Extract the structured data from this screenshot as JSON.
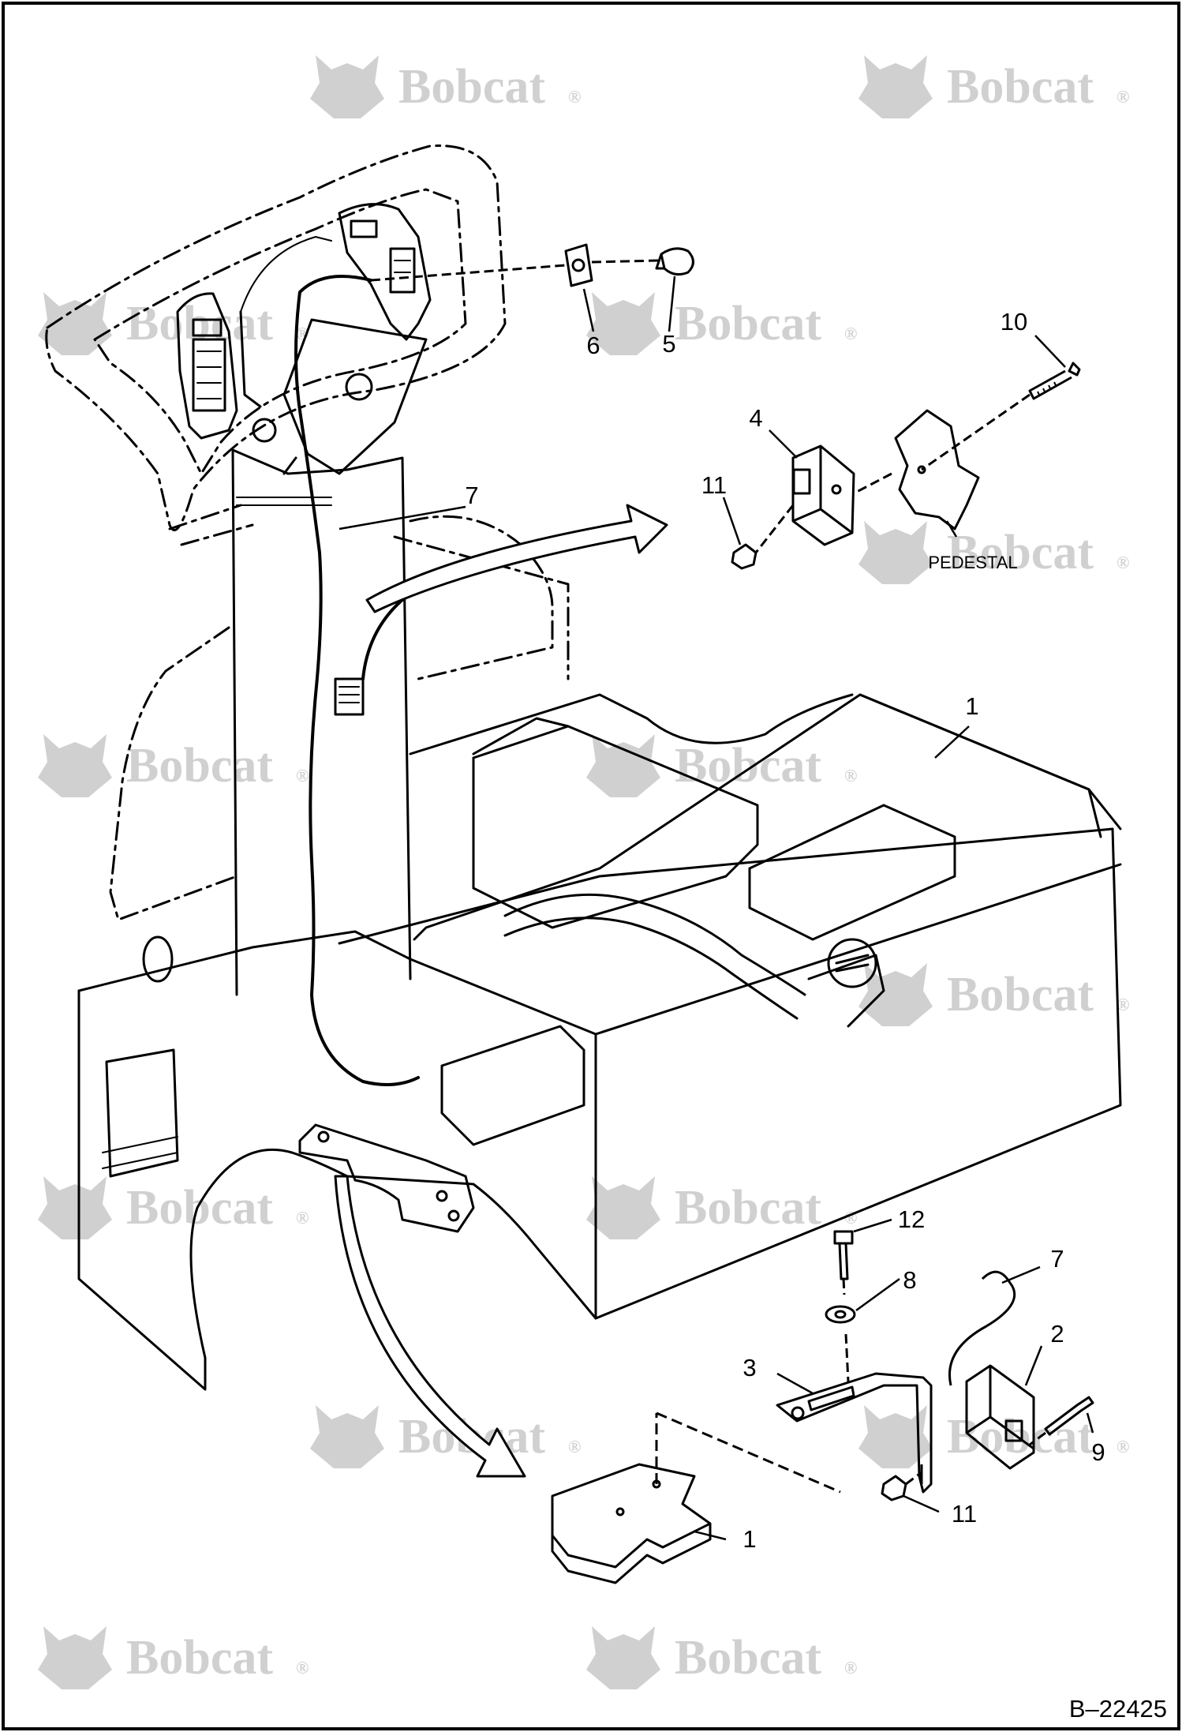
{
  "document_id": "B–22425",
  "watermark": {
    "text": "Bobcat",
    "registered": "®",
    "color": "#d0d0d0"
  },
  "callouts": [
    {
      "id": "c1a",
      "text": "1"
    },
    {
      "id": "c1b",
      "text": "1"
    },
    {
      "id": "c2",
      "text": "2"
    },
    {
      "id": "c3",
      "text": "3"
    },
    {
      "id": "c4",
      "text": "4"
    },
    {
      "id": "c5",
      "text": "5"
    },
    {
      "id": "c6",
      "text": "6"
    },
    {
      "id": "c7a",
      "text": "7"
    },
    {
      "id": "c7b",
      "text": "7"
    },
    {
      "id": "c8",
      "text": "8"
    },
    {
      "id": "c9",
      "text": "9"
    },
    {
      "id": "c10",
      "text": "10"
    },
    {
      "id": "c11a",
      "text": "11"
    },
    {
      "id": "c11b",
      "text": "11"
    },
    {
      "id": "c12",
      "text": "12"
    }
  ],
  "pedestal_label": "PEDESTAL"
}
